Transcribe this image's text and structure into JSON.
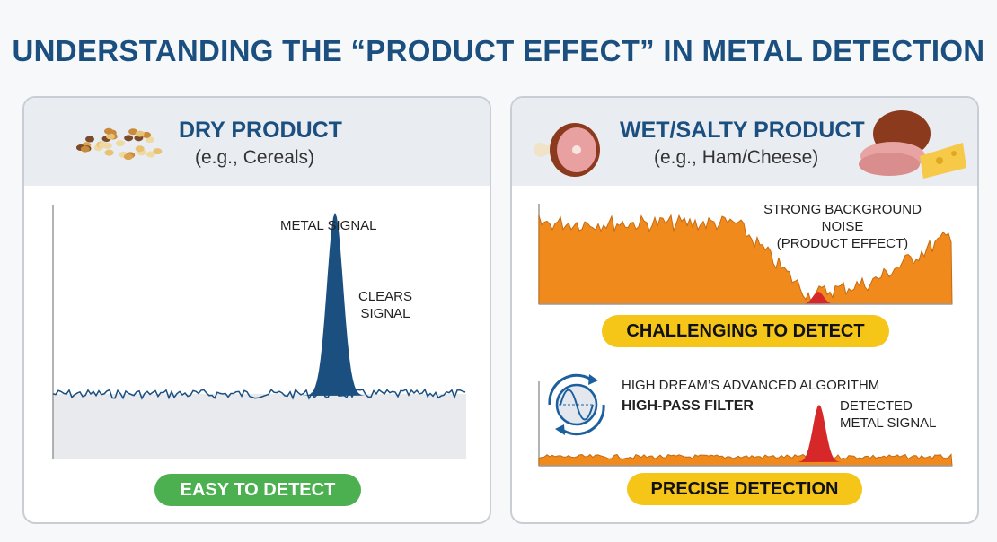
{
  "title": "UNDERSTANDING THE “PRODUCT EFFECT” IN METAL DETECTION",
  "dry": {
    "title": "DRY PRODUCT",
    "subtitle": "(e.g., Cereals)",
    "signal_label": "METAL SIGNAL",
    "clears_label": "CLEARS\nSIGNAL",
    "badge": "EASY TO DETECT",
    "badge_color": "#4caf50",
    "signal_color": "#1a4f80",
    "icon": "cereal-grains-icon"
  },
  "wet": {
    "title": "WET/SALTY PRODUCT",
    "subtitle": "(e.g., Ham/Cheese)",
    "noise_label": "STRONG BACKGROUND NOISE\n(PRODUCT EFFECT)",
    "badge": "CHALLENGING TO DETECT",
    "badge_color": "#f5c518",
    "noise_color": "#f08a1c",
    "signal_color": "#d62828",
    "icons": [
      "ham-icon",
      "sliced-ham-icon",
      "cheese-icon"
    ]
  },
  "filter": {
    "algo_label": "HIGH DREAM’S ADVANCED ALGORITHM",
    "filter_label": "HIGH-PASS FILTER",
    "detected_label": "DETECTED\nMETAL SIGNAL",
    "badge": "PRECISE DETECTION",
    "icon": "high-pass-filter-cycle-icon"
  }
}
